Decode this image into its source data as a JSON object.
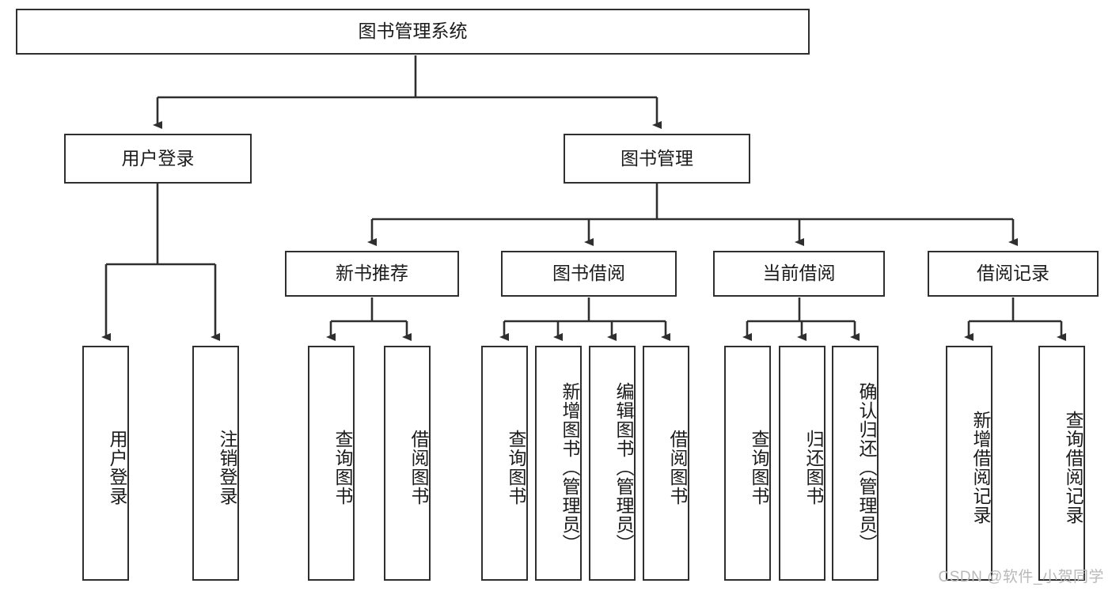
{
  "diagram": {
    "title": "图书管理系统",
    "type": "hierarchy-tree",
    "root": {
      "label": "图书管理系统"
    },
    "level2": [
      {
        "label": "用户登录"
      },
      {
        "label": "图书管理"
      }
    ],
    "level3": [
      {
        "label": "新书推荐"
      },
      {
        "label": "图书借阅"
      },
      {
        "label": "当前借阅"
      },
      {
        "label": "借阅记录"
      }
    ],
    "leaves": {
      "user_login": [
        {
          "label": "用户登录"
        },
        {
          "label": "注销登录"
        }
      ],
      "new_book_recommend": [
        {
          "label": "查询图书"
        },
        {
          "label": "借阅图书"
        }
      ],
      "book_borrow": [
        {
          "label": "查询图书"
        },
        {
          "label": "新增图书（管理员）"
        },
        {
          "label": "编辑图书（管理员）"
        },
        {
          "label": "借阅图书"
        }
      ],
      "current_borrow": [
        {
          "label": "查询图书"
        },
        {
          "label": "归还图书"
        },
        {
          "label": "确认归还（管理员）"
        }
      ],
      "borrow_record": [
        {
          "label": "新增借阅记录"
        },
        {
          "label": "查询借阅记录"
        }
      ]
    }
  },
  "watermark": {
    "text": "CSDN @软件_小贺同学"
  },
  "colors": {
    "stroke": "#2f2f2f",
    "fill": "#ffffff",
    "text": "#1b1b1b",
    "watermark": "#b9b9b9"
  }
}
